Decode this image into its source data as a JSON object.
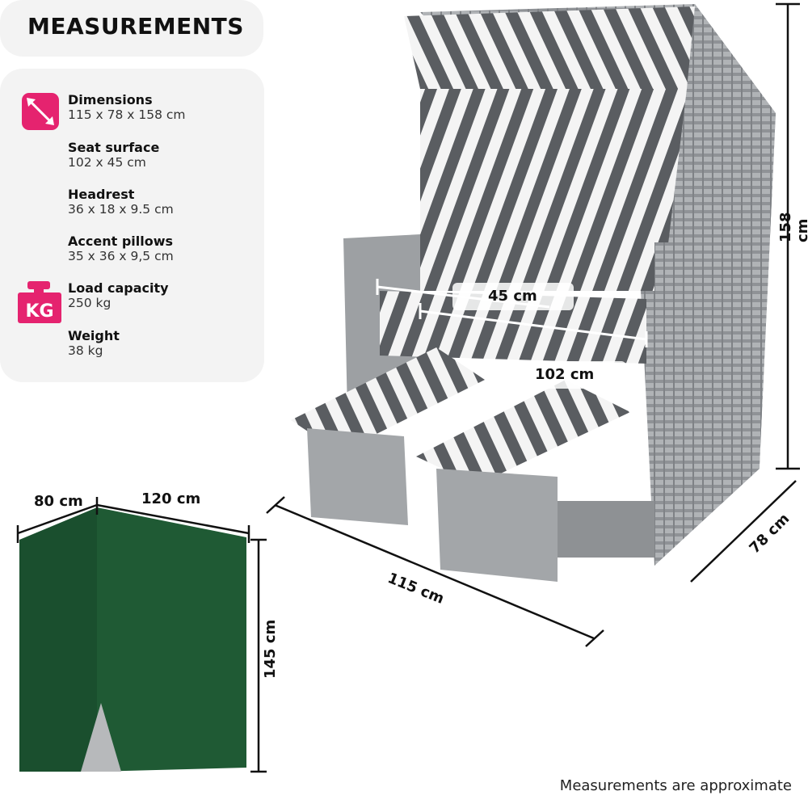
{
  "title": "MEASUREMENTS",
  "specs": [
    {
      "label": "Dimensions",
      "value": "115  x 78 x 158 cm",
      "icon": "resize-arrows-icon"
    },
    {
      "label": "Seat surface",
      "value": "102 x 45 cm"
    },
    {
      "label": "Headrest",
      "value": "36 x 18 x 9.5 cm"
    },
    {
      "label": "Accent pillows",
      "value": "35 x 36 x 9,5 cm"
    },
    {
      "label": "Load capacity",
      "value": "250 kg",
      "icon": "weight-kg-icon"
    },
    {
      "label": "Weight",
      "value": "38 kg"
    }
  ],
  "icon_text": "KG",
  "dimensions": {
    "height": "158 cm",
    "depth": "78 cm",
    "width": "115 cm",
    "seat_depth": "45 cm",
    "seat_width": "102 cm"
  },
  "cover": {
    "depth": "80 cm",
    "width": "120 cm",
    "height": "145 cm"
  },
  "note": "Measurements are approximate",
  "colors": {
    "accent": "#e5236f",
    "cover_green": "#1f5a34",
    "stripe_dark": "#5a5d61",
    "wicker": "#a9acaf"
  }
}
